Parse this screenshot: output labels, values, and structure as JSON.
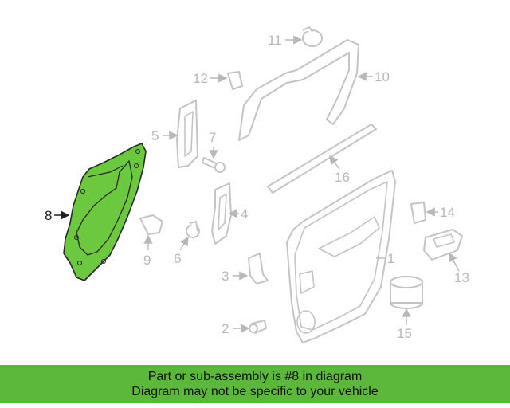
{
  "colors": {
    "highlight": "#6bc83f",
    "banner": "#5cb83a",
    "parts": "#c4c4c4",
    "labels": "#b8b8b8",
    "active_label": "#222222"
  },
  "callouts": [
    {
      "id": "1",
      "text": "1"
    },
    {
      "id": "2",
      "text": "2"
    },
    {
      "id": "3",
      "text": "3"
    },
    {
      "id": "4",
      "text": "4"
    },
    {
      "id": "5",
      "text": "5"
    },
    {
      "id": "6",
      "text": "6"
    },
    {
      "id": "7",
      "text": "7"
    },
    {
      "id": "8",
      "text": "8"
    },
    {
      "id": "9",
      "text": "9"
    },
    {
      "id": "10",
      "text": "10"
    },
    {
      "id": "11",
      "text": "11"
    },
    {
      "id": "12",
      "text": "12"
    },
    {
      "id": "13",
      "text": "13"
    },
    {
      "id": "14",
      "text": "14"
    },
    {
      "id": "15",
      "text": "15"
    },
    {
      "id": "16",
      "text": "16"
    }
  ],
  "highlighted_part": "8",
  "banner": {
    "line1": "Part or sub-assembly is #8 in diagram",
    "line2": "Diagram may not be specific to your vehicle"
  }
}
